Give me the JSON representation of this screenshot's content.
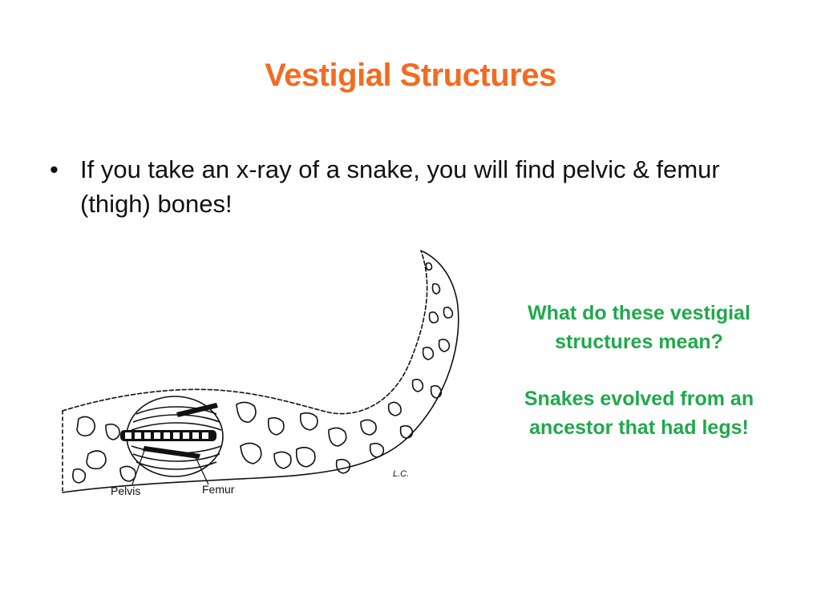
{
  "slide": {
    "title": "Vestigial Structures",
    "bullets": [
      "If you take an x-ray of a snake, you will find pelvic & femur (thigh) bones!"
    ],
    "figure": {
      "labels": {
        "pelvis": "Pelvis",
        "femur": "Femur",
        "artist_initials": "L.C."
      }
    },
    "callout": {
      "question": "What do these vestigial structures mean?",
      "answer": "Snakes evolved from an ancestor that had legs!"
    },
    "colors": {
      "title": "#f26b21",
      "callout": "#1fa94a",
      "body_text": "#111111"
    }
  }
}
